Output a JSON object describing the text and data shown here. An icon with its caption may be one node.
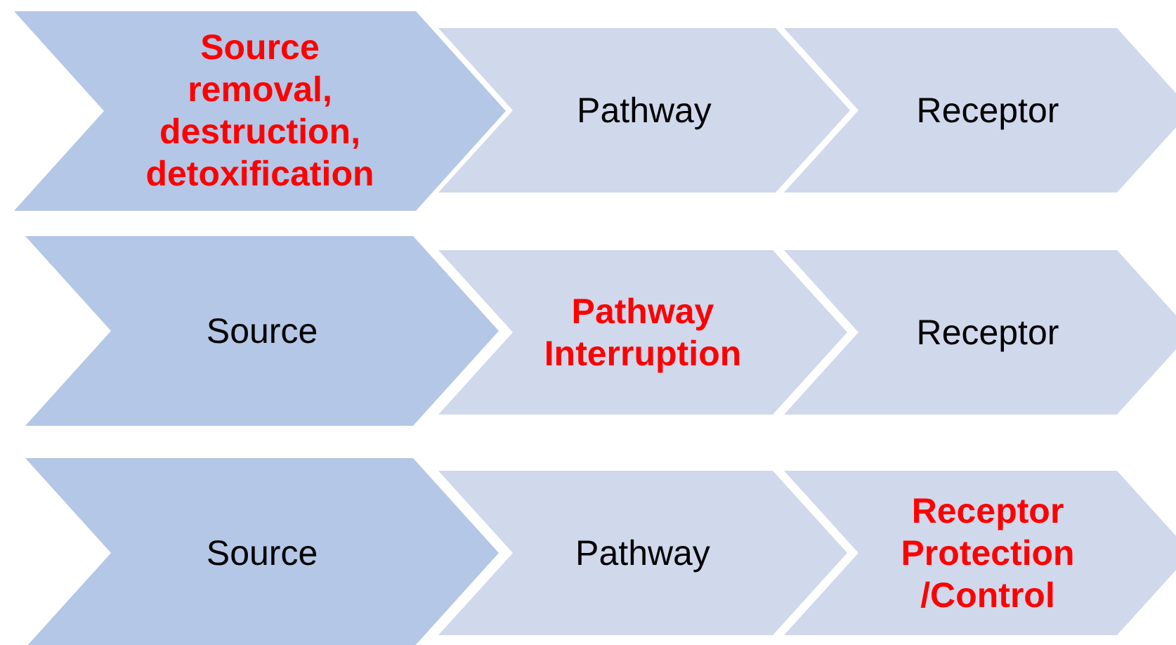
{
  "diagram": {
    "nodes": [
      {
        "text": [
          "Source removal, destruction, detoxification"
        ]
      },
      {
        "text": [
          "Pathway"
        ]
      },
      {
        "text": [
          "Receptor"
        ]
      },
      {
        "text": [
          "Source"
        ]
      },
      {
        "text": [
          "Pathway Interruption"
        ]
      },
      {
        "text": [
          "Receptor"
        ]
      },
      {
        "text": [
          "Source"
        ]
      },
      {
        "text": [
          "Pathway"
        ]
      },
      {
        "text": [
          "Receptor Protection /Control"
        ]
      }
    ]
  }
}
